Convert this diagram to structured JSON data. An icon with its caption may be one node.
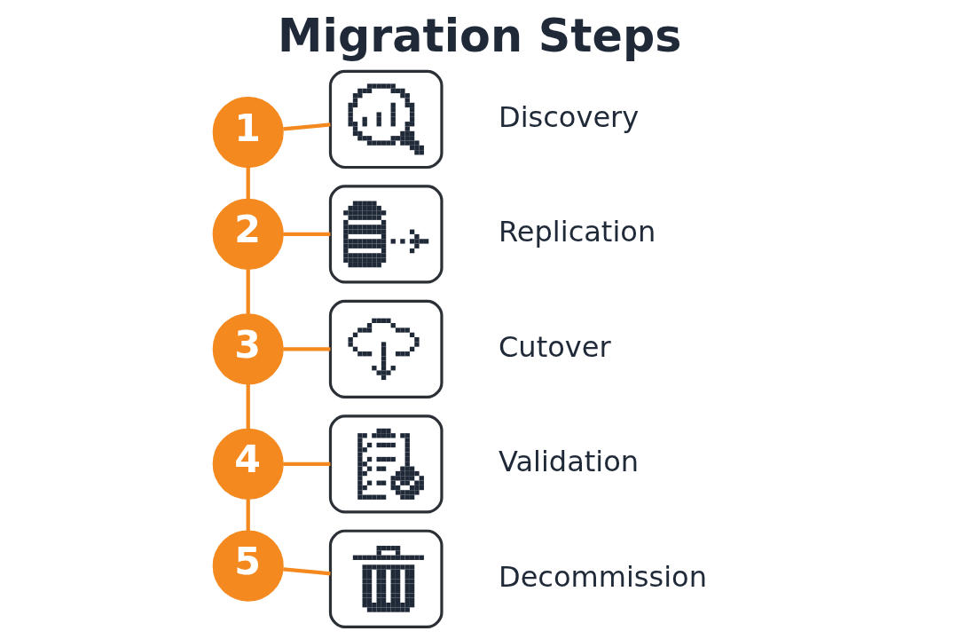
{
  "diagram": {
    "title": "Migration Steps",
    "nodes": [
      {
        "text": [
          "1"
        ]
      },
      {
        "text": [],
        "shape": "picture",
        "beside": [
          "Discovery"
        ]
      },
      {
        "text": [
          "2"
        ]
      },
      {
        "text": [],
        "shape": "picture",
        "beside": [
          "Replication"
        ]
      },
      {
        "text": [
          "3"
        ]
      },
      {
        "text": [],
        "shape": "picture",
        "beside": [
          "Cutover"
        ]
      },
      {
        "text": [
          "4"
        ]
      },
      {
        "text": [],
        "shape": "picture",
        "beside": [
          "Validation"
        ]
      },
      {
        "text": [
          "5"
        ]
      },
      {
        "text": [],
        "shape": "picture",
        "beside": [
          "Decommission"
        ]
      }
    ],
    "edges": [
      {
        "from": 0,
        "to": 1,
        "arrow": "none"
      },
      {
        "from": 0,
        "to": 2,
        "arrow": "none"
      },
      {
        "from": 2,
        "to": 3,
        "arrow": "none"
      },
      {
        "from": 2,
        "to": 4,
        "arrow": "none"
      },
      {
        "from": 4,
        "to": 5,
        "arrow": "none"
      },
      {
        "from": 4,
        "to": 6,
        "arrow": "none"
      },
      {
        "from": 6,
        "to": 7,
        "arrow": "none"
      },
      {
        "from": 6,
        "to": 8,
        "arrow": "none"
      },
      {
        "from": 8,
        "to": 9,
        "arrow": "none"
      }
    ]
  }
}
